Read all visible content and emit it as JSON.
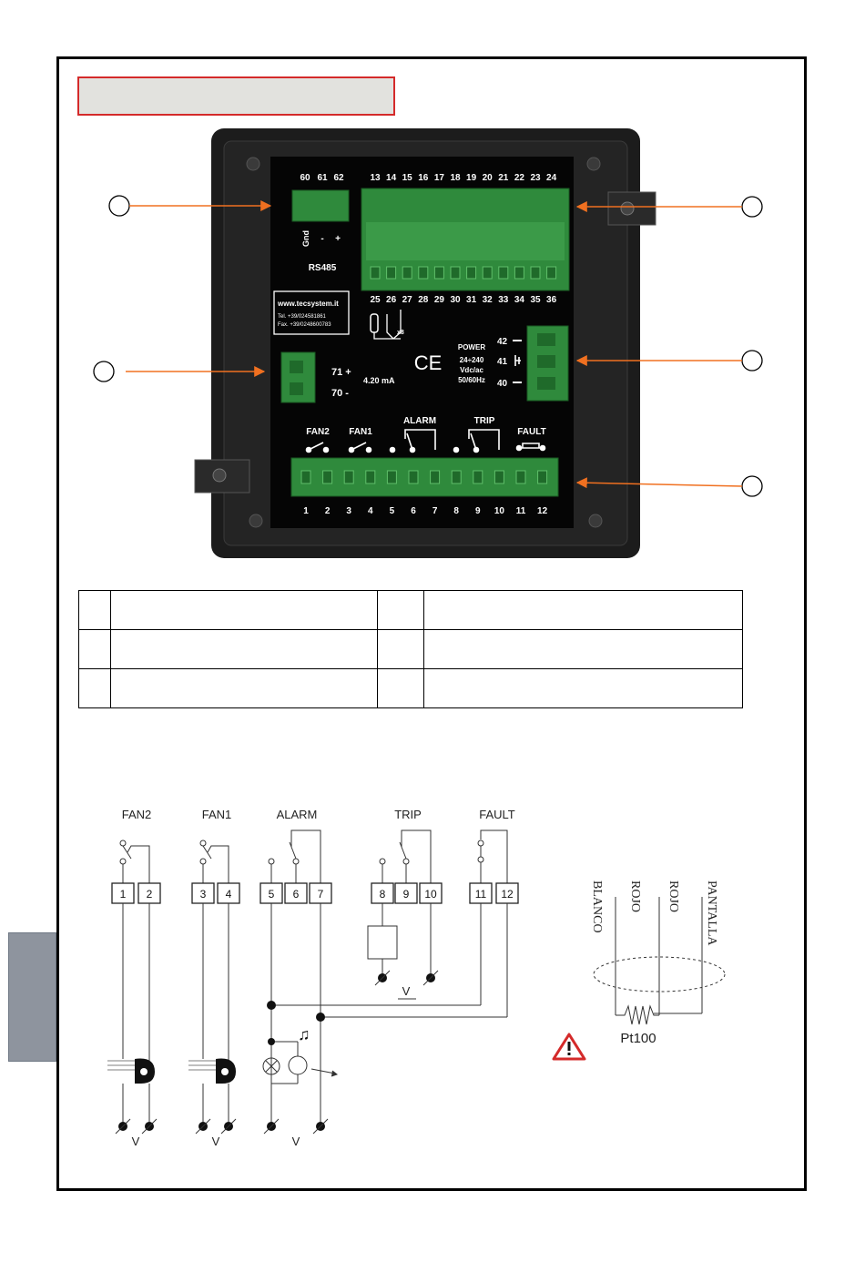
{
  "device": {
    "rs485": {
      "terminals": [
        "60",
        "61",
        "62"
      ],
      "pins": [
        "Gnd",
        "-",
        "+"
      ],
      "label": "RS485"
    },
    "top_terminals": [
      "13",
      "14",
      "15",
      "16",
      "17",
      "18",
      "19",
      "20",
      "21",
      "22",
      "23",
      "24"
    ],
    "bottom_terminals": [
      "25",
      "26",
      "27",
      "28",
      "29",
      "30",
      "31",
      "32",
      "33",
      "34",
      "35",
      "36"
    ],
    "multiplier": "x8",
    "contact": {
      "web": "www.tecsystem.it",
      "tel": "Tel. +39/024581861",
      "fax": "Fax. +39/0248600783"
    },
    "analog": {
      "t71": "71 +",
      "t70": "70 -",
      "label": "4.20 mA"
    },
    "ce_mark": "CE",
    "power": {
      "title": "POWER",
      "line1": "24÷240",
      "line2": "Vdc/ac",
      "line3": "50/60Hz",
      "t42": "42",
      "t41": "41",
      "t40": "40"
    },
    "relay_labels": {
      "fan2": "FAN2",
      "fan1": "FAN1",
      "alarm": "ALARM",
      "trip": "TRIP",
      "fault": "FAULT"
    },
    "relay_terminals": [
      "1",
      "2",
      "3",
      "4",
      "5",
      "6",
      "7",
      "8",
      "9",
      "10",
      "11",
      "12"
    ]
  },
  "wiring": {
    "labels": {
      "fan2": "FAN2",
      "fan1": "FAN1",
      "alarm": "ALARM",
      "trip": "TRIP",
      "fault": "FAULT"
    },
    "terminals": [
      "1",
      "2",
      "3",
      "4",
      "5",
      "6",
      "7",
      "8",
      "9",
      "10",
      "11",
      "12"
    ],
    "voltage": "V"
  },
  "sensor": {
    "wires": [
      "BLANCO",
      "ROJO",
      "ROJO",
      "PANTALLA"
    ],
    "label": "Pt100"
  },
  "colors": {
    "frame": "#000000",
    "title_border": "#d42a2a",
    "title_fill": "#e2e2de",
    "callout_arrow": "#f07020",
    "side_tab": "#8e949e",
    "terminal_green": "#2f8a3c",
    "device_body": "#1c1c1c",
    "warning": "#d42a2a"
  }
}
